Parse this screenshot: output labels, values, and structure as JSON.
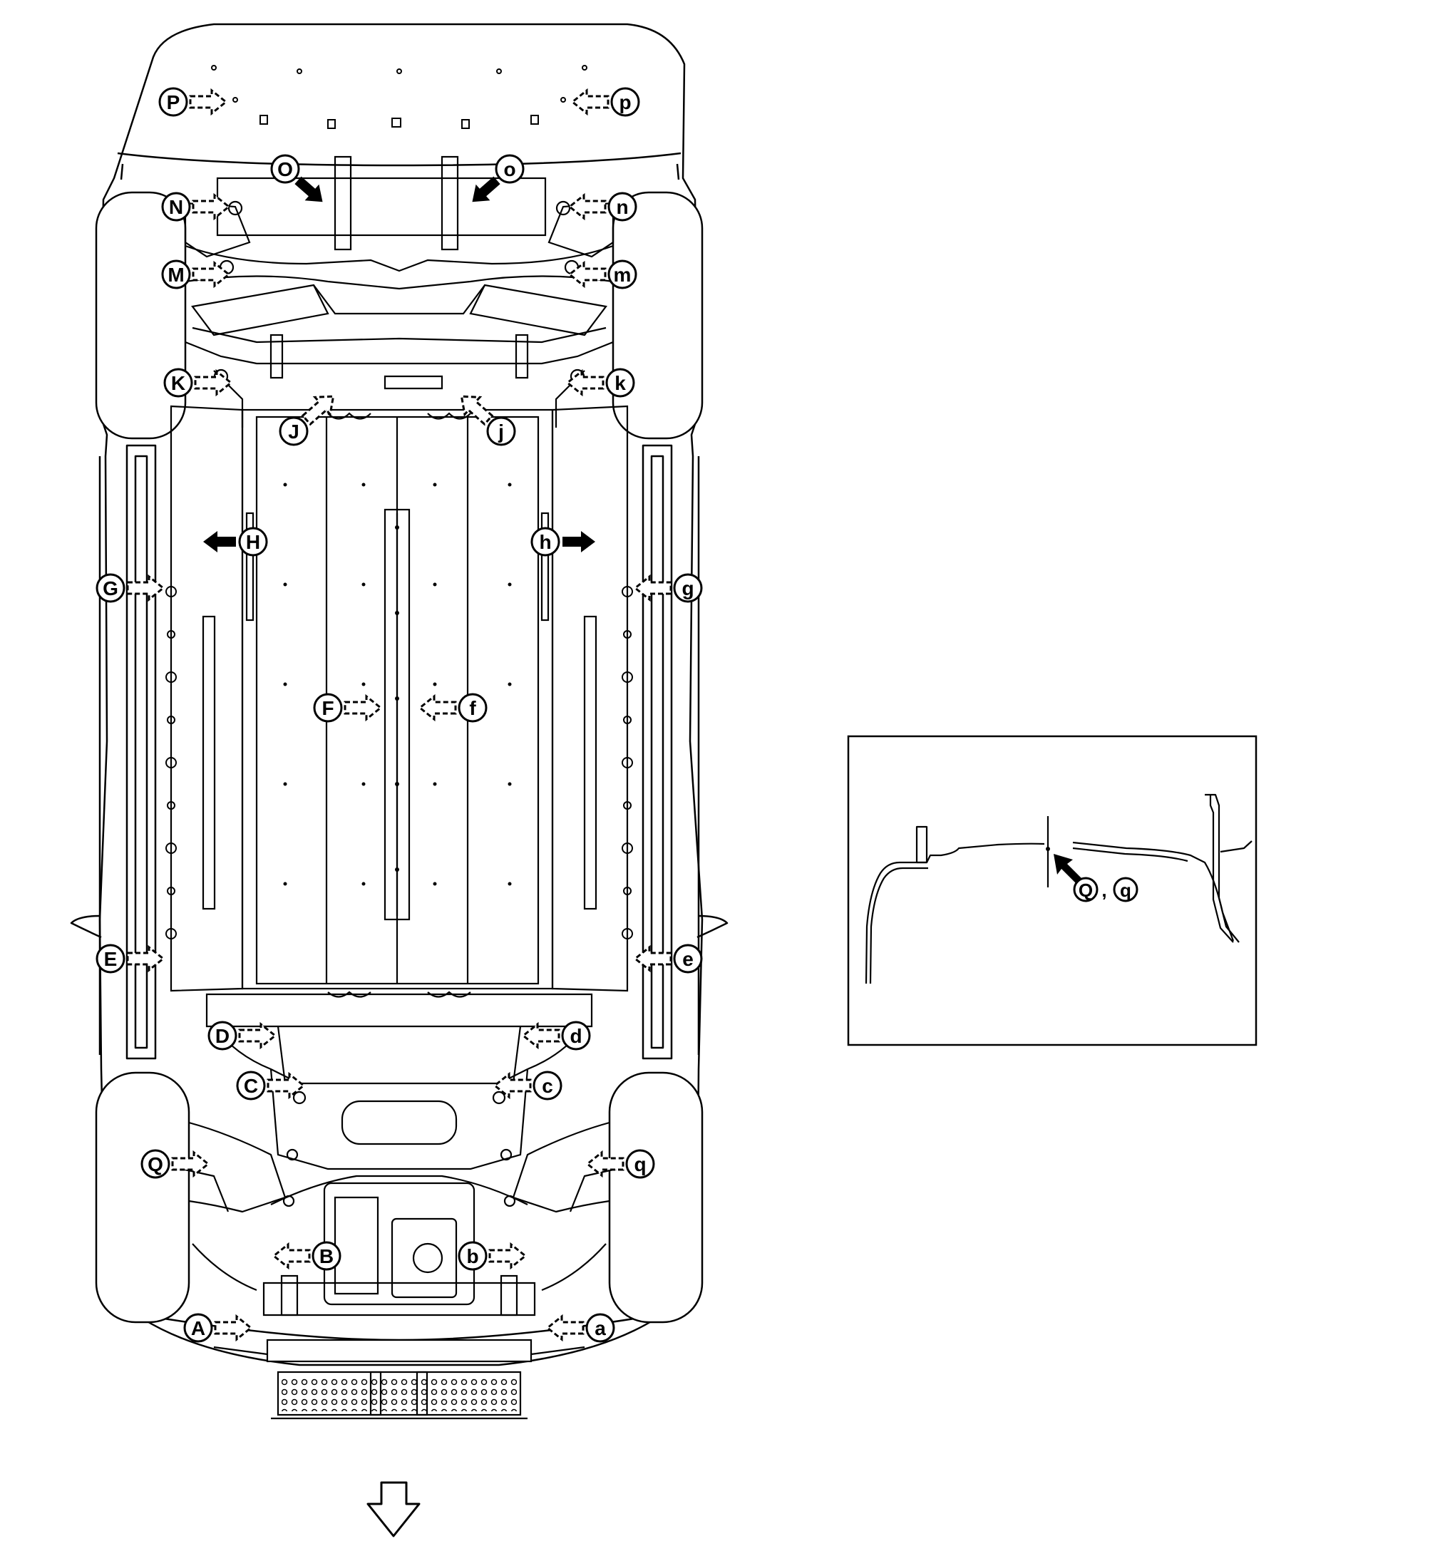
{
  "callouts": [
    {
      "letter": "P",
      "arrow": "dashed",
      "dir": "right"
    },
    {
      "letter": "p",
      "arrow": "dashed",
      "dir": "left"
    },
    {
      "letter": "O",
      "arrow": "solid",
      "dir": "down-right"
    },
    {
      "letter": "o",
      "arrow": "solid",
      "dir": "down-left"
    },
    {
      "letter": "N",
      "arrow": "dashed",
      "dir": "right"
    },
    {
      "letter": "n",
      "arrow": "dashed",
      "dir": "left"
    },
    {
      "letter": "M",
      "arrow": "dashed",
      "dir": "right"
    },
    {
      "letter": "m",
      "arrow": "dashed",
      "dir": "left"
    },
    {
      "letter": "K",
      "arrow": "dashed",
      "dir": "right"
    },
    {
      "letter": "k",
      "arrow": "dashed",
      "dir": "left"
    },
    {
      "letter": "J",
      "arrow": "dashed",
      "dir": "up-right"
    },
    {
      "letter": "j",
      "arrow": "dashed",
      "dir": "up-left"
    },
    {
      "letter": "H",
      "arrow": "solid",
      "dir": "left"
    },
    {
      "letter": "h",
      "arrow": "solid",
      "dir": "right"
    },
    {
      "letter": "G",
      "arrow": "dashed",
      "dir": "right"
    },
    {
      "letter": "g",
      "arrow": "dashed",
      "dir": "left"
    },
    {
      "letter": "F",
      "arrow": "dashed",
      "dir": "right"
    },
    {
      "letter": "f",
      "arrow": "dashed",
      "dir": "left"
    },
    {
      "letter": "E",
      "arrow": "dashed",
      "dir": "right"
    },
    {
      "letter": "e",
      "arrow": "dashed",
      "dir": "left"
    },
    {
      "letter": "D",
      "arrow": "dashed",
      "dir": "right"
    },
    {
      "letter": "d",
      "arrow": "dashed",
      "dir": "left"
    },
    {
      "letter": "C",
      "arrow": "dashed",
      "dir": "right"
    },
    {
      "letter": "c",
      "arrow": "dashed",
      "dir": "left"
    },
    {
      "letter": "Q",
      "arrow": "dashed",
      "dir": "right"
    },
    {
      "letter": "q",
      "arrow": "dashed",
      "dir": "left"
    },
    {
      "letter": "B",
      "arrow": "dashed",
      "dir": "left"
    },
    {
      "letter": "b",
      "arrow": "dashed",
      "dir": "right"
    },
    {
      "letter": "A",
      "arrow": "dashed",
      "dir": "right"
    },
    {
      "letter": "a",
      "arrow": "dashed",
      "dir": "left"
    }
  ],
  "detail": {
    "label_1": "Q",
    "separator": ",",
    "label_2": "q"
  },
  "front_arrow": "hollow-down-arrow-icon",
  "colors": {
    "line": "#000000",
    "background": "#ffffff"
  }
}
